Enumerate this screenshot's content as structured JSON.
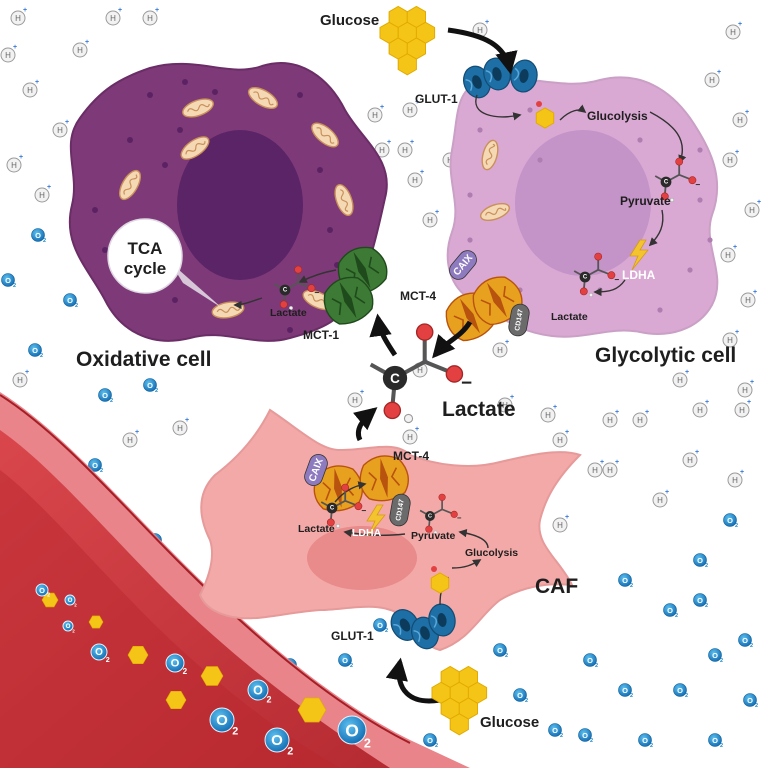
{
  "labels": {
    "glucose_top": "Glucose",
    "glucose_bottom": "Glucose",
    "glut1_top": "GLUT-1",
    "glut1_bottom": "GLUT-1",
    "glycolysis_top": "Glucolysis",
    "glycolysis_bottom": "Glucolysis",
    "pyruvate_top": "Pyruvate",
    "pyruvate_bottom": "Pyruvate",
    "ldha_top": "LDHA",
    "ldha_bottom": "LDHA",
    "lactate_glyco": "Lactate",
    "lactate_oxid": "Lactate",
    "lactate_caf": "Lactate",
    "lactate_main": "Lactate",
    "mct4_top": "MCT-4",
    "mct4_caf": "MCT-4",
    "mct1": "MCT-1",
    "caix_top": "CAIX",
    "caix_caf": "CAIX",
    "cd147_top": "CD147",
    "cd147_caf": "CD147",
    "tca_line1": "TCA",
    "tca_line2": "cycle",
    "oxidative_cell": "Oxidative cell",
    "glycolytic_cell": "Glycolytic cell",
    "caf": "CAF",
    "carbon": "C",
    "minus": "−",
    "oxygen_o": "O",
    "oxygen_sub": "2",
    "proton": "H"
  },
  "colors": {
    "oxidative_cell": "#7e3a78",
    "oxidative_nucleus": "#5a2466",
    "glycolytic_cell": "#d9a9d3",
    "glycolytic_nucleus": "#c493c8",
    "caf_cell": "#f3a9a8",
    "caf_nucleus": "#e98a8b",
    "vessel": "#c8373d",
    "glucose": "#f4c517",
    "glut1": "#1d6fa6",
    "mct4": "#e8a11f",
    "mct1": "#3d7a35",
    "caix": "#8e7bbf",
    "cd147": "#6b6b6b",
    "oxygen": "#1b87c9",
    "ldha": "#f4c430"
  }
}
